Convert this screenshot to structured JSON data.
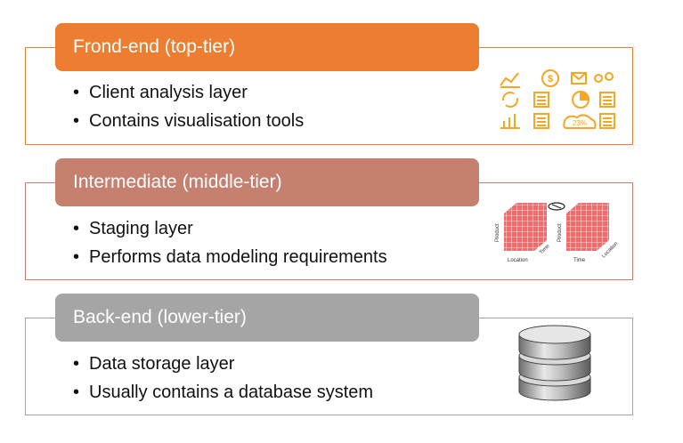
{
  "tiers": [
    {
      "header": "Frond-end (top-tier)",
      "color": "#ED7D31",
      "bullets": [
        "Client analysis layer",
        "Contains visualisation tools"
      ],
      "icon": "dashboard-icons",
      "icon_labels": [
        "$",
        "23%"
      ]
    },
    {
      "header": "Intermediate (middle-tier)",
      "color": "#C5806F",
      "bullets": [
        "Staging layer",
        "Performs data modeling requirements"
      ],
      "icon": "olap-cube-icons",
      "icon_labels": [
        "Product",
        "Location",
        "Time"
      ]
    },
    {
      "header": "Back-end (lower-tier)",
      "color": "#A5A5A5",
      "bullets": [
        "Data storage layer",
        "Usually contains a database system"
      ],
      "icon": "database-icon"
    }
  ]
}
